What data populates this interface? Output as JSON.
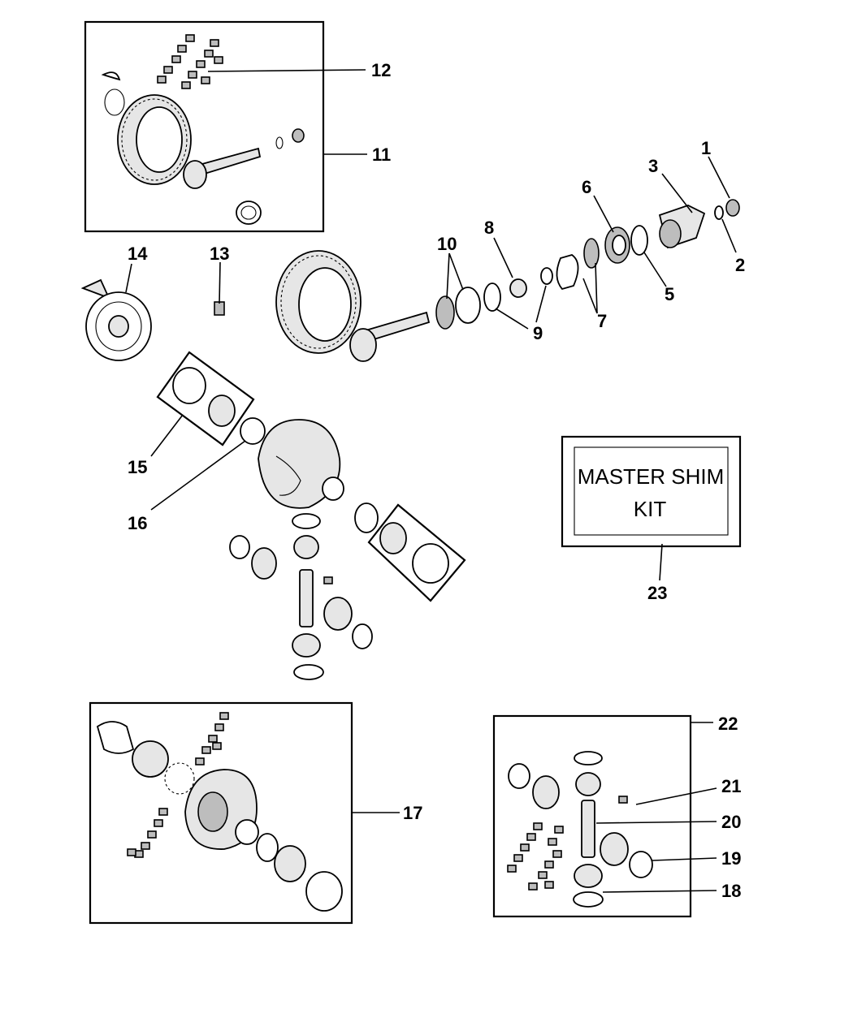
{
  "callouts": [
    {
      "id": "1",
      "text": "1"
    },
    {
      "id": "2",
      "text": "2"
    },
    {
      "id": "3",
      "text": "3"
    },
    {
      "id": "5",
      "text": "5"
    },
    {
      "id": "6",
      "text": "6"
    },
    {
      "id": "7",
      "text": "7"
    },
    {
      "id": "8",
      "text": "8"
    },
    {
      "id": "9",
      "text": "9"
    },
    {
      "id": "10",
      "text": "10"
    },
    {
      "id": "11",
      "text": "11"
    },
    {
      "id": "12",
      "text": "12"
    },
    {
      "id": "13",
      "text": "13"
    },
    {
      "id": "14",
      "text": "14"
    },
    {
      "id": "15",
      "text": "15"
    },
    {
      "id": "16",
      "text": "16"
    },
    {
      "id": "17",
      "text": "17"
    },
    {
      "id": "18",
      "text": "18"
    },
    {
      "id": "19",
      "text": "19"
    },
    {
      "id": "20",
      "text": "20"
    },
    {
      "id": "21",
      "text": "21"
    },
    {
      "id": "22",
      "text": "22"
    },
    {
      "id": "23",
      "text": "23"
    }
  ],
  "kit_label": {
    "line1": "MASTER SHIM",
    "line2": "KIT"
  }
}
